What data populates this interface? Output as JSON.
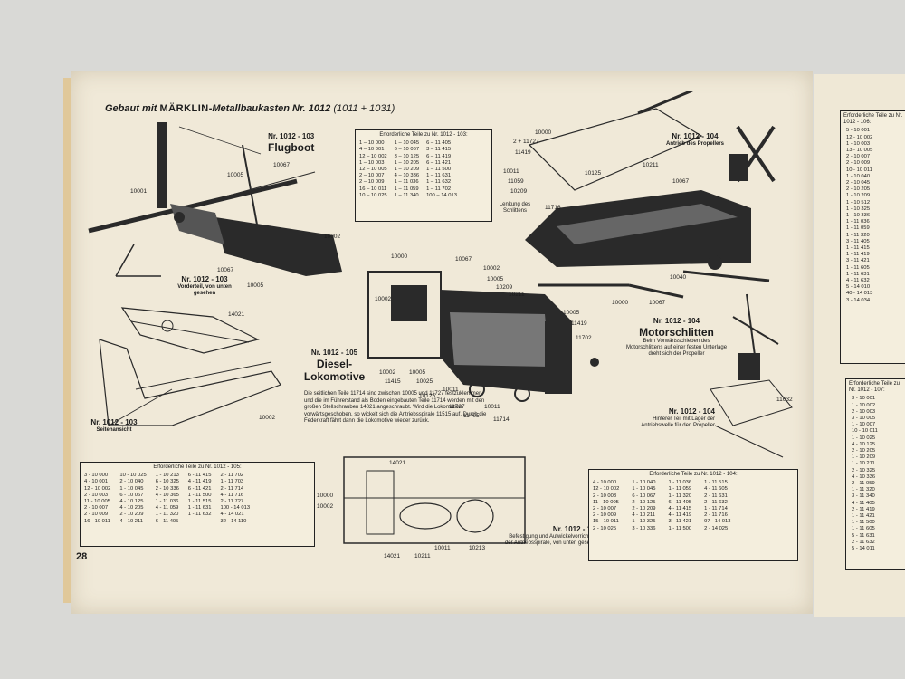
{
  "header": {
    "prefix": "Gebaut mit",
    "brand": "MÄRKLIN",
    "rest": "-Metallbaukasten Nr. 1012",
    "suffix": "(1011 + 1031)"
  },
  "page_number": "28",
  "captions": {
    "flugboot": {
      "nr": "Nr. 1012 - 103",
      "name": "Flugboot"
    },
    "vorderteil": {
      "nr": "Nr. 1012 - 103",
      "text": "Vorderteil, von unten gesehen"
    },
    "seitenansicht": {
      "nr": "Nr. 1012 - 103",
      "text": "Seitenansicht"
    },
    "antrieb": {
      "nr": "Nr. 1012 - 104",
      "text": "Antrieb des Propellers"
    },
    "lenkung": {
      "text": "Lenkung des Schlittens"
    },
    "motorschlitten": {
      "nr": "Nr. 1012 - 104",
      "name": "Motorschlitten",
      "text": "Beim Vorwärtsschieben des Motorschlittens auf einer festen Unterlage dreht sich der Propeller"
    },
    "hinterer": {
      "nr": "Nr. 1012 - 104",
      "text": "Hinterer Teil mit Lager der Antriebswelle für den Propeller"
    },
    "lokomotive": {
      "nr": "Nr. 1012 - 105",
      "name": "Diesel-Lokomotive"
    },
    "befestigung": {
      "nr": "Nr. 1012 - 105",
      "text": "Befestigung und Aufwickelvorrichtung der Antriebsspirale, von unten gesehen"
    }
  },
  "loco_description": "Die seitlichen Teile 11714 sind zwischen 10005 und 11727 festzuklemmen, und die im Führerstand als Boden eingebauten Teile 11714 werden mit den großen Stellschrauben 14021 angeschraubt. Wird die Lokomotive vorwärtsgeschoben, so wickelt sich die Antriebsspirale 11515 auf. Durch die Federkraft fährt dann die Lokomotive wieder zurück.",
  "part_labels": {
    "flugboot": [
      "10067",
      "10005",
      "10001",
      "10002",
      "10067",
      "10005"
    ],
    "vorderteil": [
      "14021"
    ],
    "seitenansicht": [
      "10002"
    ],
    "antrieb": [
      "10000",
      "2 + 11727",
      "11419",
      "10011",
      "11059",
      "10209",
      "10125",
      "10211"
    ],
    "schlitten": [
      "10067",
      "11716",
      "10040",
      "10000",
      "10067"
    ],
    "hinterer": [
      "11632"
    ],
    "lokomotive": [
      "10000",
      "10067",
      "10002",
      "10005",
      "10209",
      "10211",
      "10002",
      "10005",
      "11419",
      "11702",
      "10002",
      "10005",
      "11415",
      "10025",
      "10125",
      "10011",
      "11727",
      "11405",
      "10011",
      "11714"
    ],
    "befestigung": [
      "14021",
      "10000",
      "10002",
      "14021",
      "10211",
      "10011",
      "10213"
    ]
  },
  "tables": {
    "t103_top": {
      "title": "Erforderliche Teile zu Nr. 1012 - 103:",
      "cols": [
        [
          "10 000",
          "10 001",
          "10 002",
          "10 003",
          "10 005",
          "10 007",
          "10 009",
          "10 011",
          "10 025"
        ],
        [
          "10 045",
          "10 067",
          "10 125",
          "10 205",
          "10 209",
          "10 336",
          "11 036",
          "11 059",
          "11 340"
        ],
        [
          "11 405",
          "11 415",
          "11 419",
          "11 421",
          "11 500",
          "11 631",
          "11 632",
          "11 702",
          "14 013"
        ]
      ],
      "qty": [
        [
          "1",
          "4",
          "12",
          "1",
          "12",
          "2",
          "2",
          "16",
          "10"
        ],
        [
          "1",
          "6",
          "3",
          "1",
          "1",
          "4",
          "1",
          "1",
          "1"
        ],
        [
          "6",
          "3",
          "6",
          "6",
          "1",
          "1",
          "1",
          "1",
          "100"
        ]
      ]
    },
    "t103_bottom": {
      "title": "Erforderliche Teile zu Nr. 1012 - 105:",
      "cols": [
        [
          "3 - 10 000",
          "4 - 10 001",
          "12 - 10 002",
          "2 - 10 003",
          "11 - 10 005",
          "2 - 10 007",
          "2 - 10 009",
          "16 - 10 011"
        ],
        [
          "10 - 10 025",
          "2 - 10 040",
          "1 - 10 045",
          "6 - 10 067",
          "4 - 10 125",
          "4 - 10 205",
          "2 - 10 209",
          "4 - 10 211"
        ],
        [
          "1 - 10 213",
          "6 - 10 325",
          "2 - 10 336",
          "4 - 10 365",
          "1 - 11 036",
          "4 - 11 059",
          "1 - 11 320",
          "6 - 11 405"
        ],
        [
          "6 - 11 415",
          "4 - 11 419",
          "6 - 11 421",
          "1 - 11 500",
          "1 - 11 515",
          "1 - 11 631",
          "1 - 11 632"
        ],
        [
          "2 - 11 702",
          "1 - 11 703",
          "2 - 11 714",
          "4 - 11 716",
          "2 - 11 727",
          "100 - 14 013",
          "4 - 14 021",
          "32 - 14 110"
        ]
      ]
    },
    "t104": {
      "title": "Erforderliche Teile zu Nr. 1012 - 104:",
      "cols": [
        [
          "4 - 10 000",
          "12 - 10 002",
          "2 - 10 003",
          "11 - 10 005",
          "2 - 10 007",
          "2 - 10 009",
          "15 - 10 011",
          "2 - 10 025"
        ],
        [
          "1 - 10 040",
          "1 - 10 045",
          "6 - 10 067",
          "2 - 10 125",
          "2 - 10 209",
          "4 - 10 211",
          "1 - 10 325",
          "3 - 10 336"
        ],
        [
          "1 - 11 036",
          "1 - 11 059",
          "1 - 11 320",
          "6 - 11 405",
          "4 - 11 415",
          "4 - 11 419",
          "3 - 11 421",
          "1 - 11 500"
        ],
        [
          "1 - 11 515",
          "4 - 11 605",
          "2 - 11 631",
          "2 - 11 632",
          "1 - 11 714",
          "2 - 11 716",
          "97 - 14 013",
          "2 - 14 025"
        ]
      ]
    },
    "right_top": {
      "title": "Erforderliche Teile zu Nr. 1012 - 106:",
      "rows": [
        "5 - 10 001",
        "12 - 10 002",
        "1 - 10 003",
        "13 - 10 005",
        "2 - 10 007",
        "2 - 10 009",
        "10 - 10 011",
        "1 - 10 040",
        "2 - 10 045",
        "2 - 10 205",
        "1 - 10 209",
        "1 - 10 512",
        "1 - 10 325",
        "1 - 10 336",
        "1 - 11 036",
        "1 - 11 059",
        "1 - 11 320",
        "3 - 11 405",
        "1 - 11 415",
        "1 - 11 419",
        "3 - 11 421",
        "1 - 11 605",
        "1 - 11 631",
        "4 - 11 632",
        "5 - 14 010",
        "40 - 14 013",
        "3 - 14 034"
      ]
    },
    "right_bottom": {
      "title": "Erforderliche Teile zu Nr. 1012 - 107:",
      "rows": [
        "3 - 10 001",
        "1 - 10 002",
        "2 - 10 003",
        "3 - 10 005",
        "1 - 10 007",
        "10 - 10 011",
        "1 - 10 025",
        "4 - 10 125",
        "2 - 10 205",
        "1 - 10 209",
        "1 - 10 211",
        "2 - 10 325",
        "4 - 10 336",
        "2 - 11 059",
        "1 - 11 320",
        "3 - 11 340",
        "4 - 11 405",
        "2 - 11 419",
        "1 - 11 421",
        "1 - 11 500",
        "1 - 11 605",
        "5 - 11 631",
        "2 - 11 632",
        "5 - 14 011"
      ]
    }
  }
}
